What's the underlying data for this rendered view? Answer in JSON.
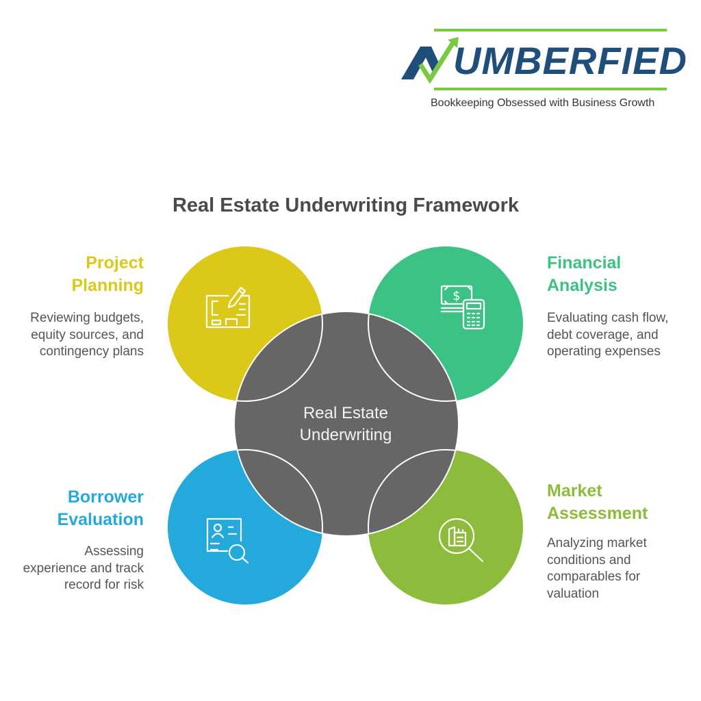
{
  "brand": {
    "name": "NUMBERFIED",
    "wordmark_suffix": "UMBERFIED",
    "tagline": "Bookkeeping Obsessed with Business Growth",
    "colors": {
      "navy": "#1f4e7a",
      "green": "#7ac943"
    }
  },
  "diagram": {
    "title": "Real Estate Underwriting Framework",
    "center": {
      "line1": "Real Estate",
      "line2": "Underwriting",
      "color": "#666666"
    },
    "nodes": [
      {
        "id": "project-planning",
        "heading_line1": "Project",
        "heading_line2": "Planning",
        "desc_lines": [
          "Reviewing budgets,",
          "equity sources, and",
          "contingency plans"
        ],
        "color": "#dcc819",
        "icon": "blueprint-pencil-icon"
      },
      {
        "id": "financial-analysis",
        "heading_line1": "Financial",
        "heading_line2": "Analysis",
        "desc_lines": [
          "Evaluating cash flow,",
          "debt coverage, and",
          "operating expenses"
        ],
        "color": "#3dc285",
        "icon": "money-calculator-icon"
      },
      {
        "id": "borrower-evaluation",
        "heading_line1": "Borrower",
        "heading_line2": "Evaluation",
        "desc_lines": [
          "Assessing",
          "experience and track",
          "record for risk"
        ],
        "color": "#23a9db",
        "icon": "profile-search-icon"
      },
      {
        "id": "market-assessment",
        "heading_line1": "Market",
        "heading_line2": "Assessment",
        "desc_lines": [
          "Analyzing market",
          "conditions and",
          "comparables for",
          "valuation"
        ],
        "color": "#8dbb3c",
        "icon": "building-magnifier-icon"
      }
    ]
  }
}
